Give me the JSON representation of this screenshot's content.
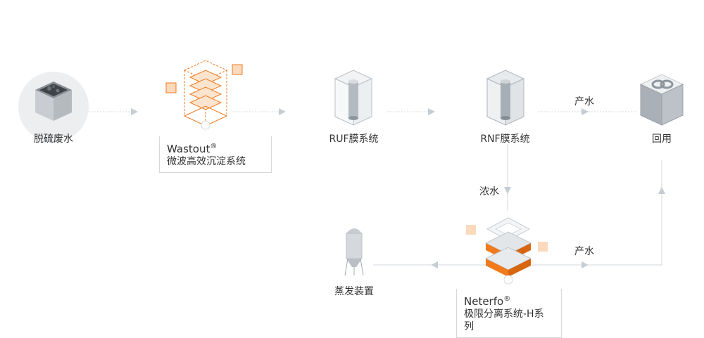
{
  "nodes": {
    "wastewater": {
      "label": "脱硫废水"
    },
    "ruf": {
      "label": "RUF膜系统"
    },
    "rnf": {
      "label": "RNF膜系统"
    },
    "reuse": {
      "label": "回用"
    },
    "evaporator": {
      "label": "蒸发装置"
    }
  },
  "callouts": {
    "wastout": {
      "brand": "Wastout",
      "mark": "®",
      "desc": "微波高效沉淀系统"
    },
    "neterfo": {
      "brand": "Neterfo",
      "mark": "®",
      "desc": "极限分离系统-H系列"
    }
  },
  "flow_labels": {
    "product_top": "产水",
    "concentrate": "浓水",
    "product_bottom": "产水"
  },
  "colors": {
    "accent": "#f07a1c",
    "line": "#cfd6dc",
    "arrow": "#c5cdd4"
  }
}
